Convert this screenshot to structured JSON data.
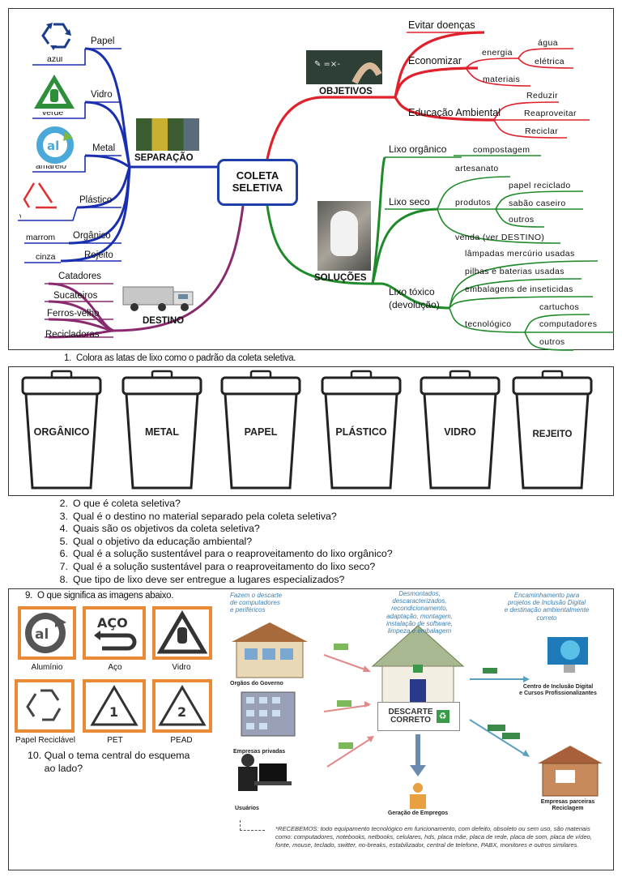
{
  "mindmap": {
    "center": "COLETA\nSELETIVA",
    "separacao": {
      "title": "SEPARAÇÃO",
      "items": [
        {
          "material": "Papel",
          "color": "azul"
        },
        {
          "material": "Vidro",
          "color": "verde"
        },
        {
          "material": "Metal",
          "color": "amarelo"
        },
        {
          "material": "Plástico",
          "color": "vermelho"
        },
        {
          "material": "Orgânico",
          "color": "marrom"
        },
        {
          "material": "Rejeito",
          "color": "cinza"
        }
      ]
    },
    "destino": {
      "title": "DESTINO",
      "items": [
        "Catadores",
        "Sucateiros",
        "Ferros-velho",
        "Recicladoras"
      ]
    },
    "objetivos": {
      "title": "OBJETIVOS",
      "evitar": "Evitar doenças",
      "economizar": "Economizar",
      "energia": "energia",
      "agua": "água",
      "eletrica": "elétrica",
      "materiais": "materiais",
      "educacao": "Educação Ambiental",
      "reduzir": "Reduzir",
      "reaproveitar": "Reaproveitar",
      "reciclar": "Reciclar"
    },
    "solucoes": {
      "title": "SOLUÇÕES",
      "lixo_organico": "Lixo orgânico",
      "compostagem": "compostagem",
      "lixo_seco": "Lixo seco",
      "artesanato": "artesanato",
      "produtos": "produtos",
      "papel_reciclado": "papel reciclado",
      "sabao": "sabão caseiro",
      "outros1": "outros",
      "venda": "venda (ver DESTINO)",
      "lixo_toxico": "Lixo tóxico\n(devolução)",
      "lampadas": "lâmpadas mercúrio usadas",
      "pilhas": "pilhas e baterias usadas",
      "embalagens": "embalagens de inseticidas",
      "tecnologico": "tecnológico",
      "cartuchos": "cartuchos",
      "computadores": "computadores",
      "outros2": "outros"
    }
  },
  "q1": {
    "num": "1.",
    "text": "Colora as latas de lixo como o padrão da coleta seletiva."
  },
  "cans": [
    "ORGÂNICO",
    "METAL",
    "PAPEL",
    "PLÁSTICO",
    "VIDRO",
    "REJEITO"
  ],
  "questions": [
    {
      "num": "2.",
      "text": "O que é coleta seletiva?"
    },
    {
      "num": "3.",
      "text": "Qual é o destino no material separado pela coleta seletiva?"
    },
    {
      "num": "4.",
      "text": "Quais são os objetivos da coleta seletiva?"
    },
    {
      "num": "5.",
      "text": "Qual o objetivo da educação ambiental?"
    },
    {
      "num": "6.",
      "text": "Qual é a solução sustentável para o reaproveitamento do lixo orgânico?"
    },
    {
      "num": "7.",
      "text": "Qual é a solução sustentável para o reaproveitamento do lixo seco?"
    },
    {
      "num": "8.",
      "text": "Que tipo de lixo deve ser entregue a lugares especializados?"
    }
  ],
  "q9": {
    "num": "9.",
    "text": "O que significa as imagens abaixo."
  },
  "symbols": [
    {
      "caption": "Alumínio",
      "mark": "al"
    },
    {
      "caption": "Aço",
      "mark": "AÇO"
    },
    {
      "caption": "Vidro",
      "mark": ""
    },
    {
      "caption": "Papel Reciclável",
      "mark": ""
    },
    {
      "caption": "PET",
      "mark": "1"
    },
    {
      "caption": "PEAD",
      "mark": "2"
    }
  ],
  "q10": {
    "text": "10. Qual o tema central do esquema\n      ao lado?"
  },
  "descarte": {
    "top_left": "Fazem o descarte\nde computadores\ne periféricos",
    "top_mid": "Desmontados,\ndescaracterizados,\nrecondicionamento,\nadaptação, montagem,\ninstalação de software,\nlimpeza e embalagem",
    "top_right": "Encaminhamento para\nprojetos de Inclusão Digital\ne destinação ambientalmente\ncorreto",
    "orgaos": "Orgãos do Governo",
    "empresas": "Empresas privadas",
    "usuarios": "Usuários",
    "center": "DESCARTE\nCORRETO",
    "empregos": "Geração de Empregos",
    "centro": "Centro de Inclusão Digital\ne Cursos Profissionalizantes",
    "parceiras": "Empresas parceiras\nReciclagem",
    "note": "*RECEBEMOS: todo equipamento tecnológico em funcionamento, com defeito, obsoleto ou sem uso, são materiais como: computadores, notebooks, netbooks, celulares, hds, placa mãe, placa de rede, placa de som, placa de vídeo, fonte, mouse, teclado, switter, no-breaks, estabilizador, central de telefone, PABX, monitores e outros similares."
  },
  "colors": {
    "blue": "#1a2fb0",
    "red": "#e0202a",
    "green": "#1f8a2a",
    "purple": "#8a2a6e",
    "orange": "#e88a36"
  }
}
